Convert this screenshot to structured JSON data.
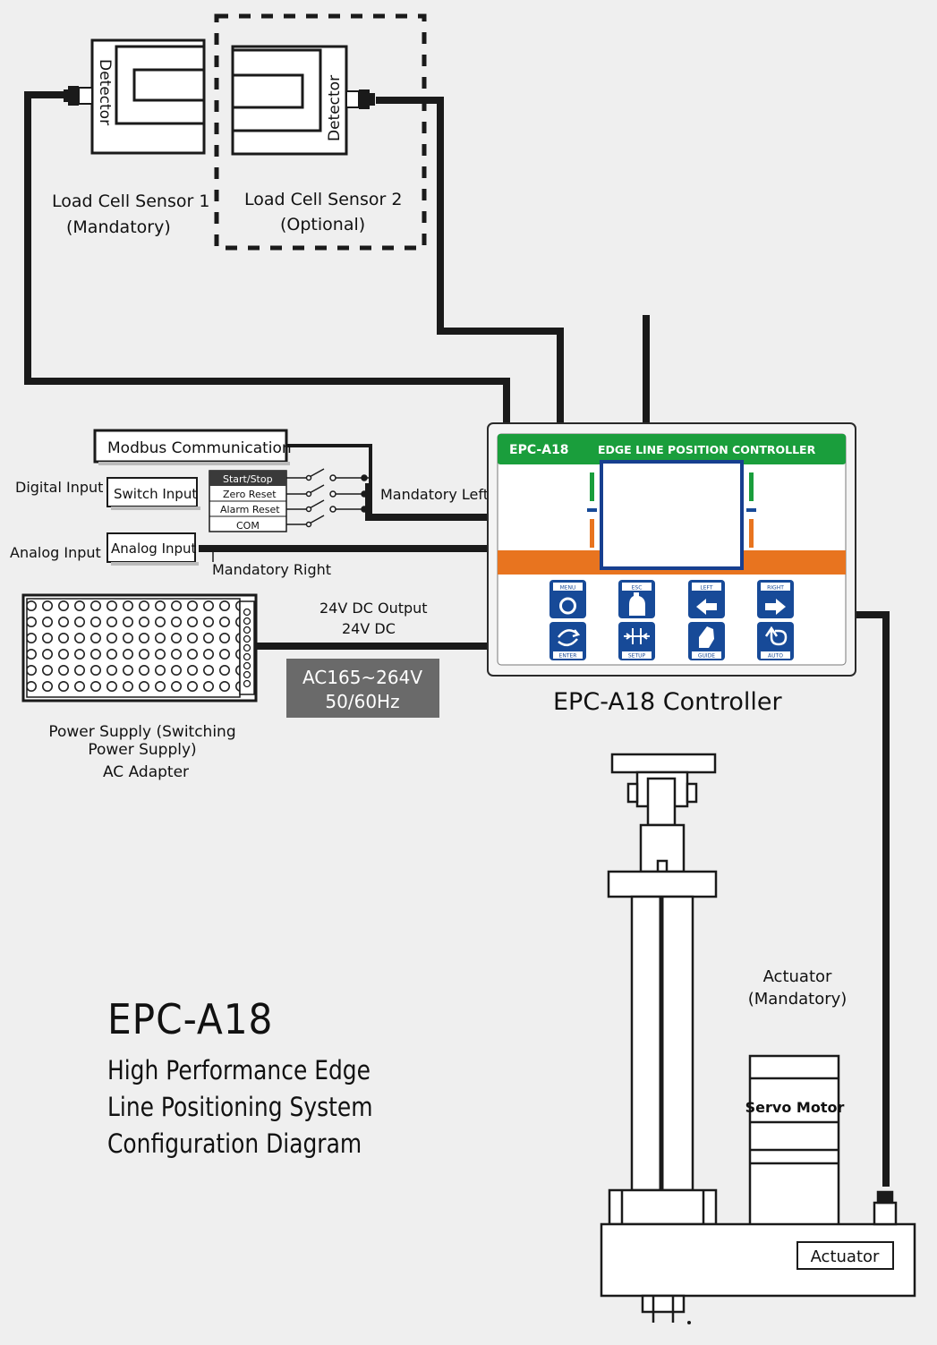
{
  "sensors": {
    "sensor1": {
      "detector_label": "Detector",
      "name": "Load Cell Sensor 1",
      "note": "(Mandatory)"
    },
    "sensor2": {
      "detector_label": "Detector",
      "name": "Load Cell Sensor 2",
      "note": "(Optional)"
    }
  },
  "inputs": {
    "modbus_label": "Modbus Communication",
    "digital_input_label": "Digital Input",
    "switch_input_label": "Switch Input",
    "switch_items": [
      "Start/Stop",
      "Zero Reset",
      "Alarm Reset",
      "COM"
    ],
    "analog_input_label": "Analog Input",
    "analog_box_label": "Analog Input",
    "mandatory_left": "Mandatory Left",
    "mandatory_right": "Mandatory Right"
  },
  "power": {
    "output_label": "24V DC Output",
    "dc_label": "24V DC",
    "ac_range": "AC165~264V",
    "ac_freq": "50/60Hz",
    "caption_line1": "Power Supply (Switching",
    "caption_line2": "Power Supply)",
    "caption_line3": "AC Adapter"
  },
  "controller": {
    "model": "EPC-A18",
    "header_title": "EDGE LINE POSITION CONTROLLER",
    "caption": "EPC-A18 Controller",
    "button_labels": [
      "MENU",
      "ENTER",
      "ESC",
      "SETUP",
      "LEFT",
      "GUIDE",
      "RIGHT",
      "AUTO"
    ],
    "colors": {
      "green": "#1a9e3c",
      "orange": "#e8741f",
      "blue": "#174a98",
      "screen_border": "#173f8f"
    }
  },
  "actuator": {
    "label": "Actuator",
    "note": "(Mandatory)",
    "servo_label": "Servo Motor",
    "box_label": "Actuator"
  },
  "title": {
    "main": "EPC-A18",
    "line1": "High Performance Edge",
    "line2": "Line Positioning System",
    "line3": "Configuration Diagram"
  }
}
